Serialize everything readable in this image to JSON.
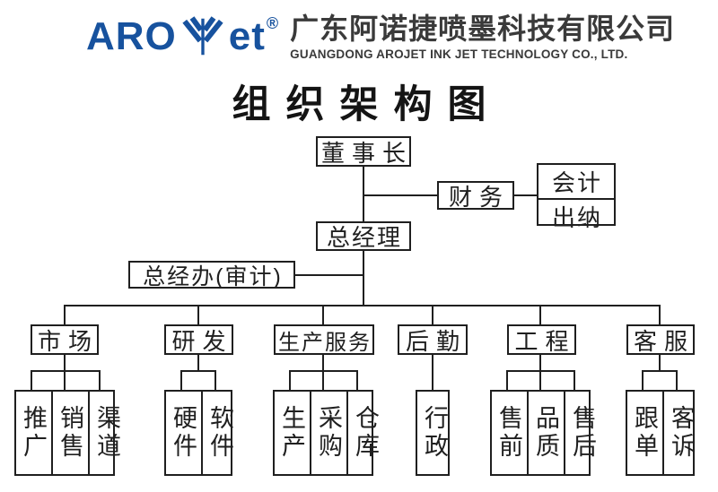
{
  "brand": {
    "logo_left": "ARO",
    "logo_right": "et",
    "reg": "®",
    "color": "#17529e",
    "company_cn": "广东阿诺捷喷墨科技有限公司",
    "company_en": "GUANGDONG AROJET INK JET TECHNOLOGY CO., LTD."
  },
  "title": "组织架构图",
  "org": {
    "chairman": "董事长",
    "finance": "财务",
    "accounting": "会计",
    "cashier": "出纳",
    "general_manager": "总经理",
    "gm_office": "总经办(审计)",
    "departments": [
      {
        "label": "市场",
        "children": [
          "推广",
          "销售",
          "渠道"
        ]
      },
      {
        "label": "研发",
        "children": [
          "硬件",
          "软件"
        ]
      },
      {
        "label": "生产服务",
        "children": [
          "生产",
          "采购",
          "仓库"
        ]
      },
      {
        "label": "后勤",
        "children": [
          "行政"
        ]
      },
      {
        "label": "工程",
        "children": [
          "售前",
          "品质",
          "售后"
        ]
      },
      {
        "label": "客服",
        "children": [
          "跟单",
          "客诉"
        ]
      }
    ]
  }
}
